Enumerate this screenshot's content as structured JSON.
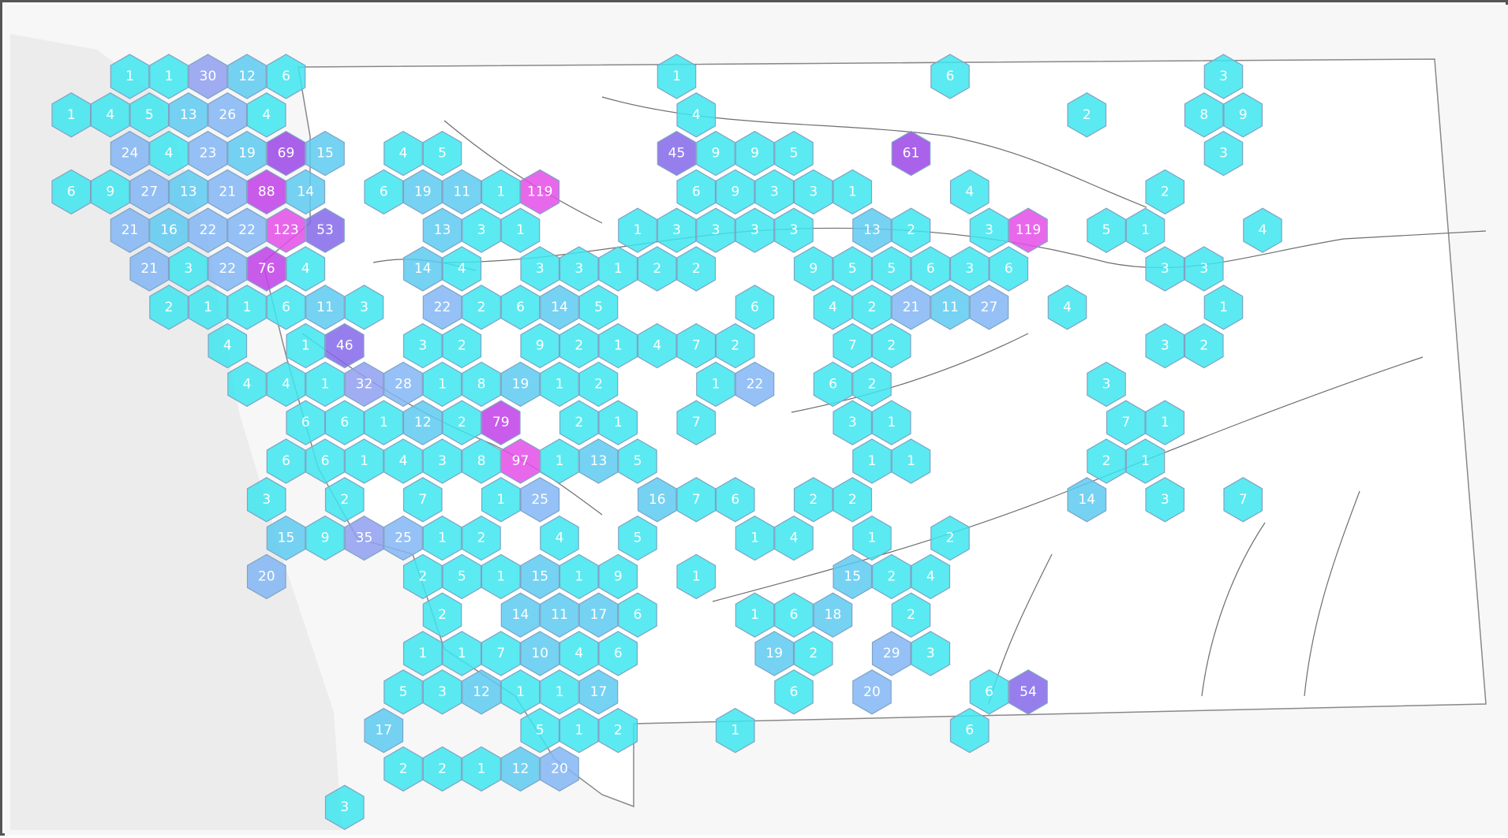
{
  "map": {
    "region": "Montana",
    "colors": {
      "background": "#fafafa",
      "terrain": "#eeeeee",
      "border": "#888888",
      "rivers": "#6e6e6e",
      "frame": "#555555",
      "hex_stroke": "#7fa3c4",
      "hex_text": "#ffffff"
    },
    "color_ramp": [
      {
        "max": 9,
        "color": "#3ee6ee"
      },
      {
        "max": 19,
        "color": "#5dcaf0"
      },
      {
        "max": 29,
        "color": "#82b6f4"
      },
      {
        "max": 39,
        "color": "#8f9ff0"
      },
      {
        "max": 59,
        "color": "#8469ea"
      },
      {
        "max": 69,
        "color": "#9b47e6"
      },
      {
        "max": 89,
        "color": "#c040e6"
      },
      {
        "max": 999,
        "color": "#e44de8"
      }
    ],
    "hexes": [
      {
        "c": 1,
        "r": 0,
        "v": "1"
      },
      {
        "c": 2,
        "r": 0,
        "v": "1"
      },
      {
        "c": 3,
        "r": 0,
        "v": "30"
      },
      {
        "c": 4,
        "r": 0,
        "v": "12"
      },
      {
        "c": 5,
        "r": 0,
        "v": "6"
      },
      {
        "c": 15,
        "r": 0,
        "v": "1"
      },
      {
        "c": 22,
        "r": 0,
        "v": "6"
      },
      {
        "c": 29,
        "r": 0,
        "v": "3"
      },
      {
        "c": 0,
        "r": 1,
        "v": "1"
      },
      {
        "c": 1,
        "r": 1,
        "v": "4"
      },
      {
        "c": 2,
        "r": 1,
        "v": "5"
      },
      {
        "c": 3,
        "r": 1,
        "v": "13"
      },
      {
        "c": 4,
        "r": 1,
        "v": "26"
      },
      {
        "c": 5,
        "r": 1,
        "v": "4"
      },
      {
        "c": 16,
        "r": 1,
        "v": "4"
      },
      {
        "c": 26,
        "r": 1,
        "v": "2"
      },
      {
        "c": 29,
        "r": 1,
        "v": "8"
      },
      {
        "c": 30,
        "r": 1,
        "v": "9"
      },
      {
        "c": 1,
        "r": 2,
        "v": "24"
      },
      {
        "c": 2,
        "r": 2,
        "v": "4"
      },
      {
        "c": 3,
        "r": 2,
        "v": "23"
      },
      {
        "c": 4,
        "r": 2,
        "v": "19"
      },
      {
        "c": 5,
        "r": 2,
        "v": "69"
      },
      {
        "c": 6,
        "r": 2,
        "v": "15"
      },
      {
        "c": 8,
        "r": 2,
        "v": "4"
      },
      {
        "c": 9,
        "r": 2,
        "v": "5"
      },
      {
        "c": 15,
        "r": 2,
        "v": "45"
      },
      {
        "c": 16,
        "r": 2,
        "v": "9"
      },
      {
        "c": 17,
        "r": 2,
        "v": "9"
      },
      {
        "c": 18,
        "r": 2,
        "v": "5"
      },
      {
        "c": 21,
        "r": 2,
        "v": "61"
      },
      {
        "c": 29,
        "r": 2,
        "v": "3"
      },
      {
        "c": 0,
        "r": 3,
        "v": "6"
      },
      {
        "c": 1,
        "r": 3,
        "v": "9"
      },
      {
        "c": 2,
        "r": 3,
        "v": "27"
      },
      {
        "c": 3,
        "r": 3,
        "v": "13"
      },
      {
        "c": 4,
        "r": 3,
        "v": "21"
      },
      {
        "c": 5,
        "r": 3,
        "v": "88"
      },
      {
        "c": 6,
        "r": 3,
        "v": "14"
      },
      {
        "c": 8,
        "r": 3,
        "v": "6"
      },
      {
        "c": 9,
        "r": 3,
        "v": "19"
      },
      {
        "c": 10,
        "r": 3,
        "v": "11"
      },
      {
        "c": 11,
        "r": 3,
        "v": "1"
      },
      {
        "c": 12,
        "r": 3,
        "v": "119"
      },
      {
        "c": 16,
        "r": 3,
        "v": "6"
      },
      {
        "c": 17,
        "r": 3,
        "v": "9"
      },
      {
        "c": 18,
        "r": 3,
        "v": "3"
      },
      {
        "c": 19,
        "r": 3,
        "v": "3"
      },
      {
        "c": 20,
        "r": 3,
        "v": "1"
      },
      {
        "c": 23,
        "r": 3,
        "v": "4"
      },
      {
        "c": 28,
        "r": 3,
        "v": "2"
      },
      {
        "c": 1,
        "r": 4,
        "v": "21"
      },
      {
        "c": 2,
        "r": 4,
        "v": "16"
      },
      {
        "c": 3,
        "r": 4,
        "v": "22"
      },
      {
        "c": 4,
        "r": 4,
        "v": "22"
      },
      {
        "c": 5,
        "r": 4,
        "v": "123"
      },
      {
        "c": 6,
        "r": 4,
        "v": "53"
      },
      {
        "c": 9,
        "r": 4,
        "v": "13"
      },
      {
        "c": 10,
        "r": 4,
        "v": "3"
      },
      {
        "c": 11,
        "r": 4,
        "v": "1"
      },
      {
        "c": 14,
        "r": 4,
        "v": "1"
      },
      {
        "c": 15,
        "r": 4,
        "v": "3"
      },
      {
        "c": 16,
        "r": 4,
        "v": "3"
      },
      {
        "c": 17,
        "r": 4,
        "v": "3"
      },
      {
        "c": 18,
        "r": 4,
        "v": "3"
      },
      {
        "c": 20,
        "r": 4,
        "v": "13"
      },
      {
        "c": 21,
        "r": 4,
        "v": "2"
      },
      {
        "c": 23,
        "r": 4,
        "v": "3"
      },
      {
        "c": 24,
        "r": 4,
        "v": "119"
      },
      {
        "c": 26,
        "r": 4,
        "v": "5"
      },
      {
        "c": 27,
        "r": 4,
        "v": "1"
      },
      {
        "c": 30,
        "r": 4,
        "v": "4"
      },
      {
        "c": 2,
        "r": 5,
        "v": "21"
      },
      {
        "c": 3,
        "r": 5,
        "v": "3"
      },
      {
        "c": 4,
        "r": 5,
        "v": "22"
      },
      {
        "c": 5,
        "r": 5,
        "v": "76"
      },
      {
        "c": 6,
        "r": 5,
        "v": "4"
      },
      {
        "c": 9,
        "r": 5,
        "v": "14"
      },
      {
        "c": 10,
        "r": 5,
        "v": "4"
      },
      {
        "c": 12,
        "r": 5,
        "v": "3"
      },
      {
        "c": 13,
        "r": 5,
        "v": "3"
      },
      {
        "c": 14,
        "r": 5,
        "v": "1"
      },
      {
        "c": 15,
        "r": 5,
        "v": "2"
      },
      {
        "c": 16,
        "r": 5,
        "v": "2"
      },
      {
        "c": 19,
        "r": 5,
        "v": "9"
      },
      {
        "c": 20,
        "r": 5,
        "v": "5"
      },
      {
        "c": 21,
        "r": 5,
        "v": "5"
      },
      {
        "c": 22,
        "r": 5,
        "v": "6"
      },
      {
        "c": 23,
        "r": 5,
        "v": "3"
      },
      {
        "c": 24,
        "r": 5,
        "v": "6"
      },
      {
        "c": 28,
        "r": 5,
        "v": "3"
      },
      {
        "c": 29,
        "r": 5,
        "v": "3"
      },
      {
        "c": 2,
        "r": 6,
        "v": "2"
      },
      {
        "c": 3,
        "r": 6,
        "v": "1"
      },
      {
        "c": 4,
        "r": 6,
        "v": "1"
      },
      {
        "c": 5,
        "r": 6,
        "v": "6"
      },
      {
        "c": 6,
        "r": 6,
        "v": "11"
      },
      {
        "c": 7,
        "r": 6,
        "v": "3"
      },
      {
        "c": 9,
        "r": 6,
        "v": "22"
      },
      {
        "c": 10,
        "r": 6,
        "v": "2"
      },
      {
        "c": 11,
        "r": 6,
        "v": "6"
      },
      {
        "c": 12,
        "r": 6,
        "v": "14"
      },
      {
        "c": 13,
        "r": 6,
        "v": "5"
      },
      {
        "c": 17,
        "r": 6,
        "v": "6"
      },
      {
        "c": 19,
        "r": 6,
        "v": "4"
      },
      {
        "c": 20,
        "r": 6,
        "v": "2"
      },
      {
        "c": 21,
        "r": 6,
        "v": "21"
      },
      {
        "c": 22,
        "r": 6,
        "v": "11"
      },
      {
        "c": 23,
        "r": 6,
        "v": "27"
      },
      {
        "c": 25,
        "r": 6,
        "v": "4"
      },
      {
        "c": 29,
        "r": 6,
        "v": "1"
      },
      {
        "c": 4,
        "r": 7,
        "v": "4"
      },
      {
        "c": 6,
        "r": 7,
        "v": "1"
      },
      {
        "c": 7,
        "r": 7,
        "v": "46"
      },
      {
        "c": 9,
        "r": 7,
        "v": "3"
      },
      {
        "c": 10,
        "r": 7,
        "v": "2"
      },
      {
        "c": 12,
        "r": 7,
        "v": "9"
      },
      {
        "c": 13,
        "r": 7,
        "v": "2"
      },
      {
        "c": 14,
        "r": 7,
        "v": "1"
      },
      {
        "c": 15,
        "r": 7,
        "v": "4"
      },
      {
        "c": 16,
        "r": 7,
        "v": "7"
      },
      {
        "c": 17,
        "r": 7,
        "v": "2"
      },
      {
        "c": 20,
        "r": 7,
        "v": "7"
      },
      {
        "c": 21,
        "r": 7,
        "v": "2"
      },
      {
        "c": 28,
        "r": 7,
        "v": "3"
      },
      {
        "c": 29,
        "r": 7,
        "v": "2"
      },
      {
        "c": 4,
        "r": 8,
        "v": "4"
      },
      {
        "c": 5,
        "r": 8,
        "v": "4"
      },
      {
        "c": 6,
        "r": 8,
        "v": "1"
      },
      {
        "c": 7,
        "r": 8,
        "v": "32"
      },
      {
        "c": 8,
        "r": 8,
        "v": "28"
      },
      {
        "c": 9,
        "r": 8,
        "v": "1"
      },
      {
        "c": 10,
        "r": 8,
        "v": "8"
      },
      {
        "c": 11,
        "r": 8,
        "v": "19"
      },
      {
        "c": 12,
        "r": 8,
        "v": "1"
      },
      {
        "c": 13,
        "r": 8,
        "v": "2"
      },
      {
        "c": 16,
        "r": 8,
        "v": "1"
      },
      {
        "c": 17,
        "r": 8,
        "v": "22"
      },
      {
        "c": 19,
        "r": 8,
        "v": "6"
      },
      {
        "c": 20,
        "r": 8,
        "v": "2"
      },
      {
        "c": 26,
        "r": 8,
        "v": "3"
      },
      {
        "c": 6,
        "r": 9,
        "v": "6"
      },
      {
        "c": 7,
        "r": 9,
        "v": "6"
      },
      {
        "c": 8,
        "r": 9,
        "v": "1"
      },
      {
        "c": 9,
        "r": 9,
        "v": "12"
      },
      {
        "c": 10,
        "r": 9,
        "v": "2"
      },
      {
        "c": 11,
        "r": 9,
        "v": "79"
      },
      {
        "c": 13,
        "r": 9,
        "v": "2"
      },
      {
        "c": 14,
        "r": 9,
        "v": "1"
      },
      {
        "c": 16,
        "r": 9,
        "v": "7"
      },
      {
        "c": 20,
        "r": 9,
        "v": "3"
      },
      {
        "c": 21,
        "r": 9,
        "v": "1"
      },
      {
        "c": 27,
        "r": 9,
        "v": "7"
      },
      {
        "c": 28,
        "r": 9,
        "v": "1"
      },
      {
        "c": 5,
        "r": 10,
        "v": "6"
      },
      {
        "c": 6,
        "r": 10,
        "v": "6"
      },
      {
        "c": 7,
        "r": 10,
        "v": "1"
      },
      {
        "c": 8,
        "r": 10,
        "v": "4"
      },
      {
        "c": 9,
        "r": 10,
        "v": "3"
      },
      {
        "c": 10,
        "r": 10,
        "v": "8"
      },
      {
        "c": 11,
        "r": 10,
        "v": "97"
      },
      {
        "c": 12,
        "r": 10,
        "v": "1"
      },
      {
        "c": 13,
        "r": 10,
        "v": "13"
      },
      {
        "c": 14,
        "r": 10,
        "v": "5"
      },
      {
        "c": 20,
        "r": 10,
        "v": "1"
      },
      {
        "c": 21,
        "r": 10,
        "v": "1"
      },
      {
        "c": 26,
        "r": 10,
        "v": "2"
      },
      {
        "c": 27,
        "r": 10,
        "v": "1"
      },
      {
        "c": 5,
        "r": 11,
        "v": "3"
      },
      {
        "c": 7,
        "r": 11,
        "v": "2"
      },
      {
        "c": 9,
        "r": 11,
        "v": "7"
      },
      {
        "c": 11,
        "r": 11,
        "v": "1"
      },
      {
        "c": 12,
        "r": 11,
        "v": "25"
      },
      {
        "c": 15,
        "r": 11,
        "v": "16"
      },
      {
        "c": 16,
        "r": 11,
        "v": "7"
      },
      {
        "c": 17,
        "r": 11,
        "v": "6"
      },
      {
        "c": 19,
        "r": 11,
        "v": "2"
      },
      {
        "c": 20,
        "r": 11,
        "v": "2"
      },
      {
        "c": 26,
        "r": 11,
        "v": "14"
      },
      {
        "c": 28,
        "r": 11,
        "v": "3"
      },
      {
        "c": 30,
        "r": 11,
        "v": "7"
      },
      {
        "c": 5,
        "r": 12,
        "v": "15"
      },
      {
        "c": 6,
        "r": 12,
        "v": "9"
      },
      {
        "c": 7,
        "r": 12,
        "v": "35"
      },
      {
        "c": 8,
        "r": 12,
        "v": "25"
      },
      {
        "c": 9,
        "r": 12,
        "v": "1"
      },
      {
        "c": 10,
        "r": 12,
        "v": "2"
      },
      {
        "c": 12,
        "r": 12,
        "v": "4"
      },
      {
        "c": 14,
        "r": 12,
        "v": "5"
      },
      {
        "c": 17,
        "r": 12,
        "v": "1"
      },
      {
        "c": 18,
        "r": 12,
        "v": "4"
      },
      {
        "c": 20,
        "r": 12,
        "v": "1"
      },
      {
        "c": 22,
        "r": 12,
        "v": "2"
      },
      {
        "c": 5,
        "r": 13,
        "v": "20"
      },
      {
        "c": 9,
        "r": 13,
        "v": "2"
      },
      {
        "c": 10,
        "r": 13,
        "v": "5"
      },
      {
        "c": 11,
        "r": 13,
        "v": "1"
      },
      {
        "c": 12,
        "r": 13,
        "v": "15"
      },
      {
        "c": 13,
        "r": 13,
        "v": "1"
      },
      {
        "c": 14,
        "r": 13,
        "v": "9"
      },
      {
        "c": 16,
        "r": 13,
        "v": "1"
      },
      {
        "c": 20,
        "r": 13,
        "v": "15"
      },
      {
        "c": 21,
        "r": 13,
        "v": "2"
      },
      {
        "c": 22,
        "r": 13,
        "v": "4"
      },
      {
        "c": 9,
        "r": 14,
        "v": "2"
      },
      {
        "c": 11,
        "r": 14,
        "v": "14"
      },
      {
        "c": 12,
        "r": 14,
        "v": "11"
      },
      {
        "c": 13,
        "r": 14,
        "v": "17"
      },
      {
        "c": 14,
        "r": 14,
        "v": "6"
      },
      {
        "c": 17,
        "r": 14,
        "v": "1"
      },
      {
        "c": 18,
        "r": 14,
        "v": "6"
      },
      {
        "c": 19,
        "r": 14,
        "v": "18"
      },
      {
        "c": 21,
        "r": 14,
        "v": "2"
      },
      {
        "c": 9,
        "r": 15,
        "v": "1"
      },
      {
        "c": 10,
        "r": 15,
        "v": "1"
      },
      {
        "c": 11,
        "r": 15,
        "v": "7"
      },
      {
        "c": 12,
        "r": 15,
        "v": "10"
      },
      {
        "c": 13,
        "r": 15,
        "v": "4"
      },
      {
        "c": 14,
        "r": 15,
        "v": "6"
      },
      {
        "c": 18,
        "r": 15,
        "v": "19"
      },
      {
        "c": 19,
        "r": 15,
        "v": "2"
      },
      {
        "c": 21,
        "r": 15,
        "v": "29"
      },
      {
        "c": 22,
        "r": 15,
        "v": "3"
      },
      {
        "c": 8,
        "r": 16,
        "v": "5"
      },
      {
        "c": 9,
        "r": 16,
        "v": "3"
      },
      {
        "c": 10,
        "r": 16,
        "v": "12"
      },
      {
        "c": 11,
        "r": 16,
        "v": "1"
      },
      {
        "c": 12,
        "r": 16,
        "v": "1"
      },
      {
        "c": 13,
        "r": 16,
        "v": "17"
      },
      {
        "c": 18,
        "r": 16,
        "v": "6"
      },
      {
        "c": 20,
        "r": 16,
        "v": "20"
      },
      {
        "c": 23,
        "r": 16,
        "v": "6"
      },
      {
        "c": 24,
        "r": 16,
        "v": "54"
      },
      {
        "c": 8,
        "r": 17,
        "v": "17"
      },
      {
        "c": 12,
        "r": 17,
        "v": "5"
      },
      {
        "c": 13,
        "r": 17,
        "v": "1"
      },
      {
        "c": 14,
        "r": 17,
        "v": "2"
      },
      {
        "c": 17,
        "r": 17,
        "v": "1"
      },
      {
        "c": 23,
        "r": 17,
        "v": "6"
      },
      {
        "c": 8,
        "r": 18,
        "v": "2"
      },
      {
        "c": 9,
        "r": 18,
        "v": "2"
      },
      {
        "c": 10,
        "r": 18,
        "v": "1"
      },
      {
        "c": 11,
        "r": 18,
        "v": "12"
      },
      {
        "c": 12,
        "r": 18,
        "v": "20"
      },
      {
        "c": 7,
        "r": 19,
        "v": "3"
      }
    ]
  }
}
